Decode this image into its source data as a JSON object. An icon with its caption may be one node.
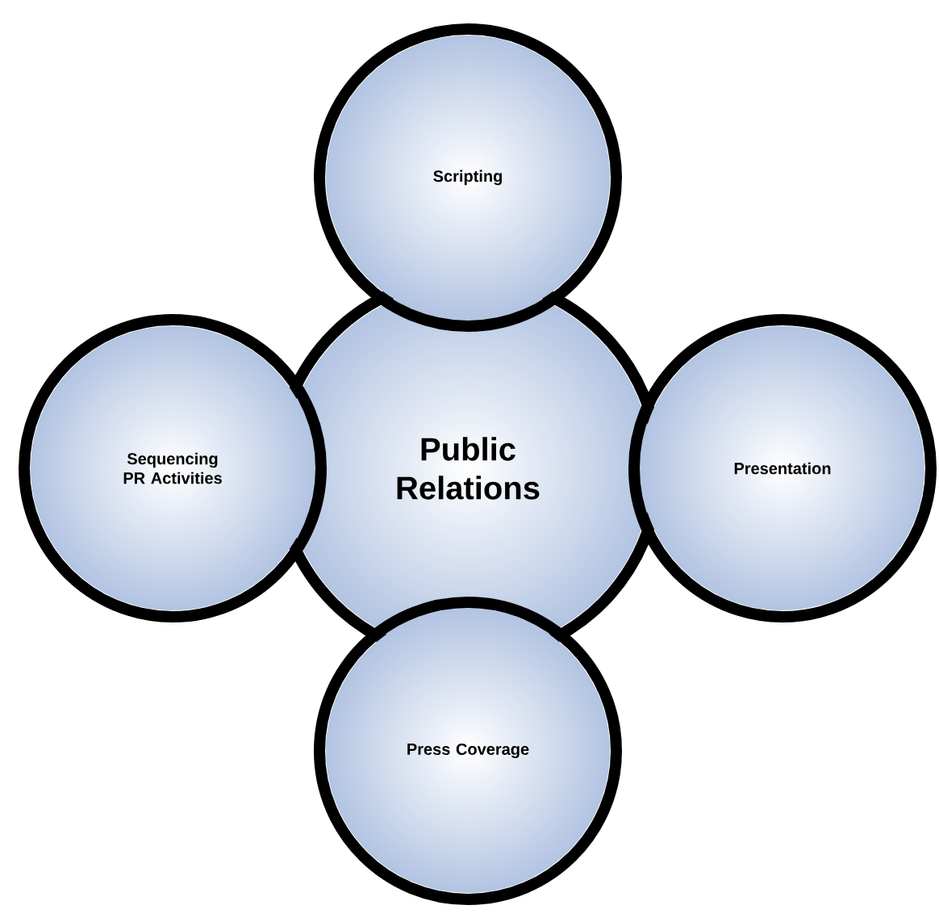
{
  "diagram": {
    "nodes": [
      {
        "text": [
          "Public Relations"
        ]
      },
      {
        "text": [
          "Scripting"
        ]
      },
      {
        "text": [
          "Sequencing PR Activities"
        ]
      },
      {
        "text": [
          "Presentation"
        ]
      },
      {
        "text": [
          "Press Coverage"
        ]
      }
    ]
  }
}
